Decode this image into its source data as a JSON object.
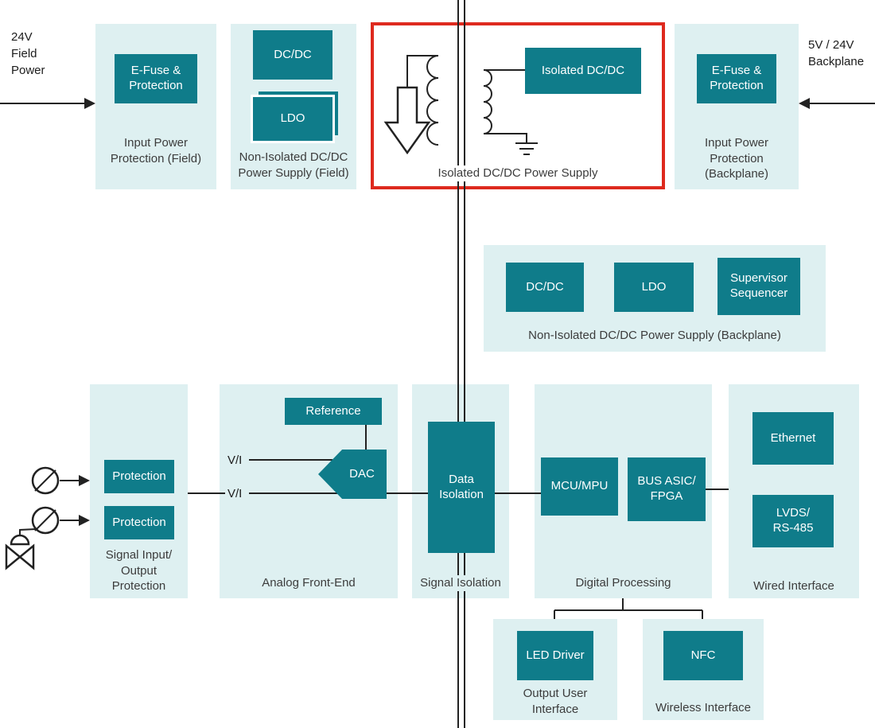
{
  "colors": {
    "light": "#def0f1",
    "teal": "#0f7c8a",
    "red": "#de2a1e",
    "line": "#222222",
    "label": "#3c3c3c"
  },
  "annotations": {
    "field_power": "24V\nField\nPower",
    "backplane_power": "5V / 24V\nBackplane",
    "vi_top": "V/I",
    "vi_bottom": "V/I"
  },
  "blocks": {
    "input_protection_field": {
      "title": "Input Power\nProtection (Field)",
      "efuse": "E-Fuse &\nProtection"
    },
    "non_isolated_field": {
      "title": "Non-Isolated DC/DC\nPower Supply (Field)",
      "dcdc": "DC/DC",
      "ldo": "LDO"
    },
    "isolated_supply": {
      "title": "Isolated DC/DC Power Supply",
      "isolated_dcdc": "Isolated DC/DC"
    },
    "input_protection_backplane": {
      "title": "Input Power\nProtection\n(Backplane)",
      "efuse": "E-Fuse &\nProtection"
    },
    "non_isolated_backplane": {
      "title": "Non-Isolated DC/DC Power Supply (Backplane)",
      "dcdc": "DC/DC",
      "ldo": "LDO",
      "supervisor": "Supervisor\nSequencer"
    },
    "signal_protection": {
      "title": "Signal Input/\nOutput\nProtection",
      "protection1": "Protection",
      "protection2": "Protection"
    },
    "analog_front_end": {
      "title": "Analog Front-End",
      "reference": "Reference",
      "dac": "DAC"
    },
    "signal_isolation": {
      "title": "Signal Isolation",
      "data_isolation": "Data\nIsolation"
    },
    "digital_processing": {
      "title": "Digital Processing",
      "mcu": "MCU/MPU",
      "bus": "BUS ASIC/\nFPGA"
    },
    "wired_interface": {
      "title": "Wired Interface",
      "ethernet": "Ethernet",
      "lvds": "LVDS/\nRS-485"
    },
    "output_user_interface": {
      "title": "Output User\nInterface",
      "led_driver": "LED Driver"
    },
    "wireless_interface": {
      "title": "Wireless Interface",
      "nfc": "NFC"
    }
  }
}
